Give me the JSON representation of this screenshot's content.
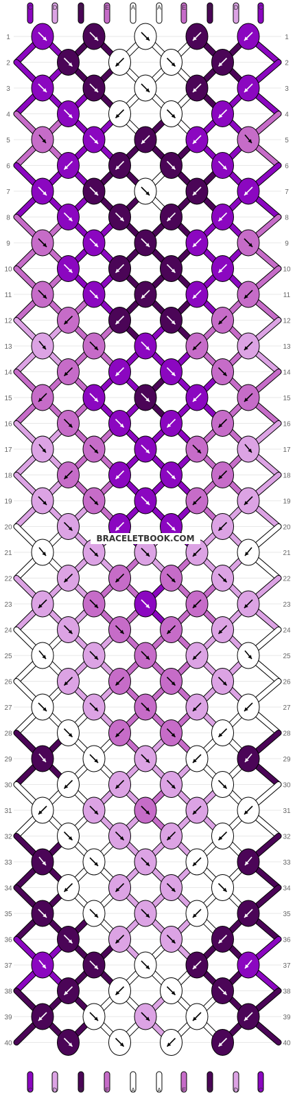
{
  "watermark": "BRACELETBOOK.COM",
  "colors": {
    "A": "#ffffff",
    "B": "#4b0557",
    "C": "#8b07c0",
    "D": "#dca3e4",
    "E": "#c66cc8",
    "edge": "#000000",
    "grid": "#d0d0d0"
  },
  "top_strands": [
    "C",
    "D",
    "B",
    "E",
    "A",
    "A",
    "E",
    "B",
    "D",
    "C"
  ],
  "bottom_strands": [
    "C",
    "D",
    "B",
    "E",
    "A",
    "A",
    "E",
    "B",
    "D",
    "C"
  ],
  "row_numbers": [
    "1",
    "2",
    "3",
    "4",
    "5",
    "6",
    "7",
    "8",
    "9",
    "10",
    "11",
    "12",
    "13",
    "14",
    "15",
    "16",
    "17",
    "18",
    "19",
    "20",
    "21",
    "22",
    "23",
    "24",
    "25",
    "26",
    "27",
    "28",
    "29",
    "30",
    "31",
    "32",
    "33",
    "34",
    "35",
    "36",
    "37",
    "38",
    "39",
    "40"
  ],
  "rows": [
    {
      "knots": [
        {
          "c": "C",
          "d": "dr"
        },
        {
          "c": "B",
          "d": "dr"
        },
        {
          "c": "A",
          "d": "dr"
        },
        {
          "c": "B",
          "d": "dl"
        },
        {
          "c": "C",
          "d": "dl"
        }
      ]
    },
    {
      "knots": [
        {
          "c": "B",
          "d": "dr"
        },
        {
          "c": "A",
          "d": "dl"
        },
        {
          "c": "A",
          "d": "dr"
        },
        {
          "c": "B",
          "d": "dl"
        }
      ]
    },
    {
      "knots": [
        {
          "c": "C",
          "d": "dr"
        },
        {
          "c": "B",
          "d": "dr"
        },
        {
          "c": "A",
          "d": "dr"
        },
        {
          "c": "B",
          "d": "dl"
        },
        {
          "c": "C",
          "d": "dl"
        }
      ]
    },
    {
      "knots": [
        {
          "c": "C",
          "d": "dr"
        },
        {
          "c": "A",
          "d": "dl"
        },
        {
          "c": "A",
          "d": "dr"
        },
        {
          "c": "C",
          "d": "dl"
        }
      ]
    },
    {
      "knots": [
        {
          "c": "E",
          "d": "r"
        },
        {
          "c": "C",
          "d": "dr"
        },
        {
          "c": "B",
          "d": "dl"
        },
        {
          "c": "C",
          "d": "dl"
        },
        {
          "c": "E",
          "d": "r"
        }
      ]
    },
    {
      "knots": [
        {
          "c": "C",
          "d": "dl"
        },
        {
          "c": "B",
          "d": "dl"
        },
        {
          "c": "B",
          "d": "dr"
        },
        {
          "c": "C",
          "d": "dr"
        }
      ]
    },
    {
      "knots": [
        {
          "c": "C",
          "d": "dr"
        },
        {
          "c": "B",
          "d": "dr"
        },
        {
          "c": "A",
          "d": "dr"
        },
        {
          "c": "B",
          "d": "dl"
        },
        {
          "c": "C",
          "d": "dl"
        }
      ]
    },
    {
      "knots": [
        {
          "c": "C",
          "d": "dr"
        },
        {
          "c": "B",
          "d": "dr"
        },
        {
          "c": "B",
          "d": "dl"
        },
        {
          "c": "C",
          "d": "dl"
        }
      ]
    },
    {
      "knots": [
        {
          "c": "E",
          "d": "dr"
        },
        {
          "c": "C",
          "d": "dr"
        },
        {
          "c": "B",
          "d": "dr"
        },
        {
          "c": "C",
          "d": "dl"
        },
        {
          "c": "E",
          "d": "dr"
        }
      ]
    },
    {
      "knots": [
        {
          "c": "C",
          "d": "dr"
        },
        {
          "c": "B",
          "d": "dl"
        },
        {
          "c": "B",
          "d": "dr"
        },
        {
          "c": "C",
          "d": "dl"
        }
      ]
    },
    {
      "knots": [
        {
          "c": "E",
          "d": "dr"
        },
        {
          "c": "C",
          "d": "dr"
        },
        {
          "c": "B",
          "d": "dl"
        },
        {
          "c": "C",
          "d": "dl"
        },
        {
          "c": "E",
          "d": "dl"
        }
      ]
    },
    {
      "knots": [
        {
          "c": "E",
          "d": "dl"
        },
        {
          "c": "B",
          "d": "dl"
        },
        {
          "c": "B",
          "d": "dr"
        },
        {
          "c": "E",
          "d": "dl"
        }
      ]
    },
    {
      "knots": [
        {
          "c": "D",
          "d": "r"
        },
        {
          "c": "E",
          "d": "dr"
        },
        {
          "c": "C",
          "d": "dr"
        },
        {
          "c": "E",
          "d": "dl"
        },
        {
          "c": "D",
          "d": "dl"
        }
      ]
    },
    {
      "knots": [
        {
          "c": "E",
          "d": "dl"
        },
        {
          "c": "C",
          "d": "dl"
        },
        {
          "c": "C",
          "d": "dr"
        },
        {
          "c": "E",
          "d": "dr"
        }
      ]
    },
    {
      "knots": [
        {
          "c": "E",
          "d": "dl"
        },
        {
          "c": "C",
          "d": "dr"
        },
        {
          "c": "B",
          "d": "dr"
        },
        {
          "c": "C",
          "d": "dl"
        },
        {
          "c": "E",
          "d": "dl"
        }
      ]
    },
    {
      "knots": [
        {
          "c": "E",
          "d": "dr"
        },
        {
          "c": "C",
          "d": "dr"
        },
        {
          "c": "C",
          "d": "dl"
        },
        {
          "c": "E",
          "d": "dl"
        }
      ]
    },
    {
      "knots": [
        {
          "c": "D",
          "d": "r"
        },
        {
          "c": "E",
          "d": "dr"
        },
        {
          "c": "C",
          "d": "dr"
        },
        {
          "c": "E",
          "d": "dr"
        },
        {
          "c": "D",
          "d": "r"
        }
      ]
    },
    {
      "knots": [
        {
          "c": "E",
          "d": "dl"
        },
        {
          "c": "C",
          "d": "dl"
        },
        {
          "c": "C",
          "d": "dr"
        },
        {
          "c": "E",
          "d": "dl"
        }
      ]
    },
    {
      "knots": [
        {
          "c": "D",
          "d": "dr"
        },
        {
          "c": "E",
          "d": "dr"
        },
        {
          "c": "C",
          "d": "dr"
        },
        {
          "c": "E",
          "d": "dl"
        },
        {
          "c": "D",
          "d": "dl"
        }
      ]
    },
    {
      "knots": [
        {
          "c": "D",
          "d": "dr"
        },
        {
          "c": "C",
          "d": "dl"
        },
        {
          "c": "C",
          "d": "dr"
        },
        {
          "c": "D",
          "d": "dl"
        }
      ]
    },
    {
      "knots": [
        {
          "c": "A",
          "d": "r"
        },
        {
          "c": "D",
          "d": "dr"
        },
        {
          "c": "D",
          "d": "dr"
        },
        {
          "c": "D",
          "d": "dl"
        },
        {
          "c": "A",
          "d": "l"
        }
      ]
    },
    {
      "knots": [
        {
          "c": "D",
          "d": "dl"
        },
        {
          "c": "E",
          "d": "dl"
        },
        {
          "c": "E",
          "d": "dr"
        },
        {
          "c": "D",
          "d": "dr"
        }
      ]
    },
    {
      "knots": [
        {
          "c": "D",
          "d": "dl"
        },
        {
          "c": "E",
          "d": "dr"
        },
        {
          "c": "C",
          "d": "dr"
        },
        {
          "c": "E",
          "d": "dl"
        },
        {
          "c": "D",
          "d": "dl"
        }
      ]
    },
    {
      "knots": [
        {
          "c": "D",
          "d": "dr"
        },
        {
          "c": "E",
          "d": "dr"
        },
        {
          "c": "E",
          "d": "dl"
        },
        {
          "c": "D",
          "d": "dl"
        }
      ]
    },
    {
      "knots": [
        {
          "c": "A",
          "d": "r"
        },
        {
          "c": "D",
          "d": "dr"
        },
        {
          "c": "E",
          "d": "dr"
        },
        {
          "c": "D",
          "d": "dl"
        },
        {
          "c": "A",
          "d": "r"
        }
      ]
    },
    {
      "knots": [
        {
          "c": "D",
          "d": "dl"
        },
        {
          "c": "E",
          "d": "dl"
        },
        {
          "c": "E",
          "d": "dr"
        },
        {
          "c": "D",
          "d": "dr"
        }
      ]
    },
    {
      "knots": [
        {
          "c": "A",
          "d": "dr"
        },
        {
          "c": "D",
          "d": "dr"
        },
        {
          "c": "E",
          "d": "dr"
        },
        {
          "c": "D",
          "d": "dl"
        },
        {
          "c": "A",
          "d": "dl"
        }
      ]
    },
    {
      "knots": [
        {
          "c": "A",
          "d": "dr"
        },
        {
          "c": "E",
          "d": "dl"
        },
        {
          "c": "E",
          "d": "dr"
        },
        {
          "c": "A",
          "d": "dl"
        }
      ]
    },
    {
      "knots": [
        {
          "c": "B",
          "d": "r"
        },
        {
          "c": "A",
          "d": "dr"
        },
        {
          "c": "D",
          "d": "dr"
        },
        {
          "c": "A",
          "d": "dl"
        },
        {
          "c": "B",
          "d": "l"
        }
      ]
    },
    {
      "knots": [
        {
          "c": "A",
          "d": "dl"
        },
        {
          "c": "D",
          "d": "dl"
        },
        {
          "c": "D",
          "d": "dr"
        },
        {
          "c": "A",
          "d": "dr"
        }
      ]
    },
    {
      "knots": [
        {
          "c": "A",
          "d": "dl"
        },
        {
          "c": "D",
          "d": "dr"
        },
        {
          "c": "E",
          "d": "dr"
        },
        {
          "c": "D",
          "d": "dl"
        },
        {
          "c": "A",
          "d": "dl"
        }
      ]
    },
    {
      "knots": [
        {
          "c": "A",
          "d": "dr"
        },
        {
          "c": "D",
          "d": "dr"
        },
        {
          "c": "D",
          "d": "dl"
        },
        {
          "c": "A",
          "d": "dl"
        }
      ]
    },
    {
      "knots": [
        {
          "c": "B",
          "d": "r"
        },
        {
          "c": "A",
          "d": "dr"
        },
        {
          "c": "D",
          "d": "dr"
        },
        {
          "c": "A",
          "d": "dl"
        },
        {
          "c": "B",
          "d": "l"
        }
      ]
    },
    {
      "knots": [
        {
          "c": "A",
          "d": "dl"
        },
        {
          "c": "D",
          "d": "dl"
        },
        {
          "c": "D",
          "d": "dr"
        },
        {
          "c": "A",
          "d": "dr"
        }
      ]
    },
    {
      "knots": [
        {
          "c": "B",
          "d": "dr"
        },
        {
          "c": "A",
          "d": "dr"
        },
        {
          "c": "D",
          "d": "dr"
        },
        {
          "c": "A",
          "d": "dl"
        },
        {
          "c": "B",
          "d": "dl"
        }
      ]
    },
    {
      "knots": [
        {
          "c": "B",
          "d": "dr"
        },
        {
          "c": "D",
          "d": "dl"
        },
        {
          "c": "D",
          "d": "dr"
        },
        {
          "c": "B",
          "d": "dl"
        }
      ]
    },
    {
      "knots": [
        {
          "c": "C",
          "d": "r"
        },
        {
          "c": "B",
          "d": "dr"
        },
        {
          "c": "A",
          "d": "dr"
        },
        {
          "c": "B",
          "d": "dl"
        },
        {
          "c": "C",
          "d": "l"
        }
      ]
    },
    {
      "knots": [
        {
          "c": "B",
          "d": "dl"
        },
        {
          "c": "A",
          "d": "dl"
        },
        {
          "c": "A",
          "d": "dr"
        },
        {
          "c": "B",
          "d": "dr"
        }
      ]
    },
    {
      "knots": [
        {
          "c": "B",
          "d": "dl"
        },
        {
          "c": "A",
          "d": "dr"
        },
        {
          "c": "D",
          "d": "dr"
        },
        {
          "c": "A",
          "d": "dl"
        },
        {
          "c": "B",
          "d": "dl"
        }
      ]
    },
    {
      "knots": [
        {
          "c": "B",
          "d": "dr"
        },
        {
          "c": "A",
          "d": "dr"
        },
        {
          "c": "A",
          "d": "dl"
        },
        {
          "c": "B",
          "d": "dl"
        }
      ]
    }
  ]
}
